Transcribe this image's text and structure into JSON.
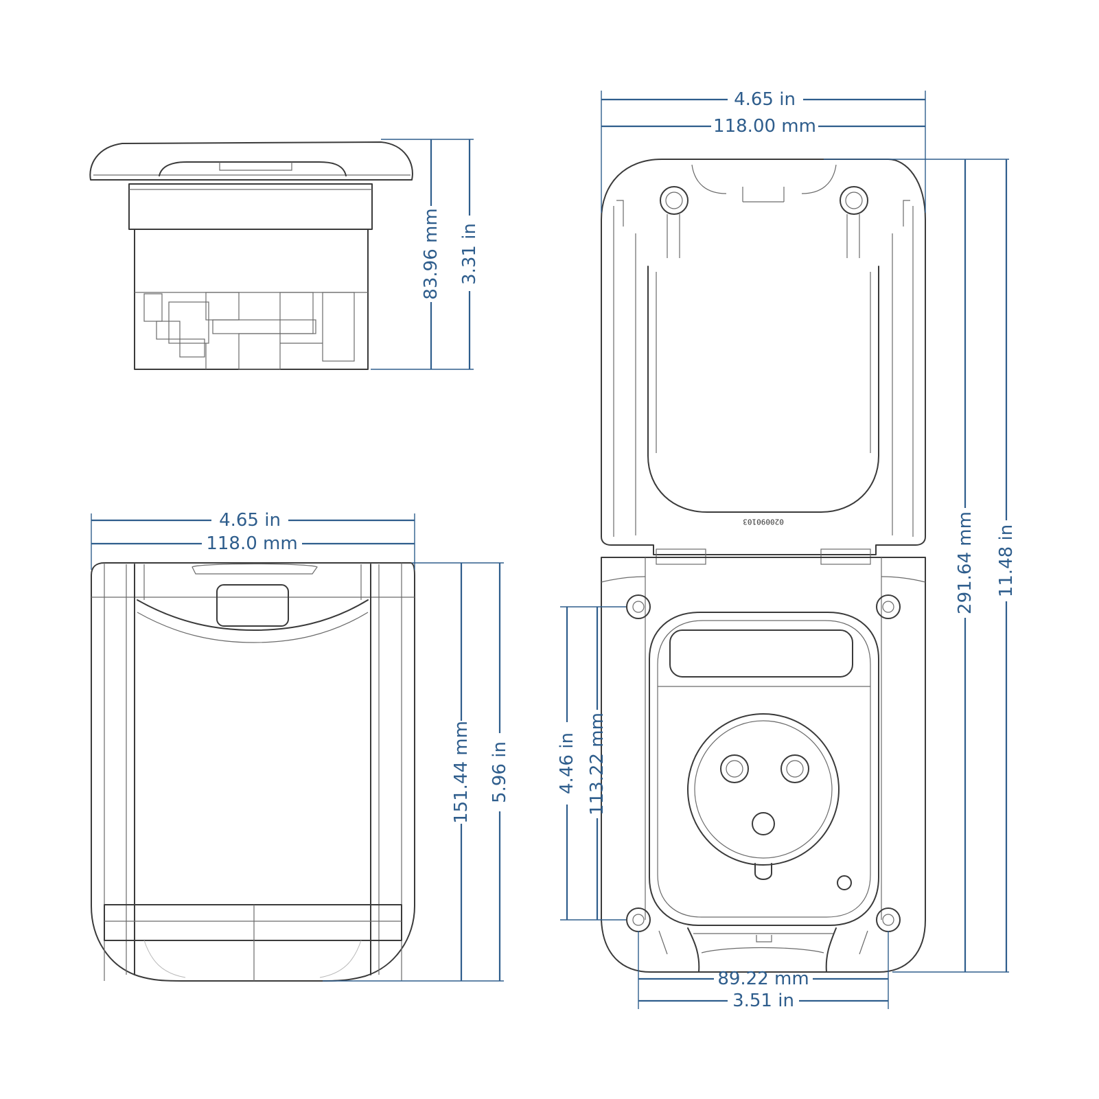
{
  "colors": {
    "dimension": "#2e5d8c",
    "outline": "#3a3a3a",
    "background": "#ffffff"
  },
  "side_view": {
    "height_mm": "83.96 mm",
    "height_in": "3.31 in"
  },
  "front_closed_view": {
    "width_in": "4.65 in",
    "width_mm": "118.0 mm",
    "height_mm": "151.44 mm",
    "height_in": "5.96 in"
  },
  "front_open_view": {
    "width_in": "4.65 in",
    "width_mm": "118.00 mm",
    "height_mm": "291.64 mm",
    "height_in": "11.48 in",
    "mount_height_in": "4.46 in",
    "mount_height_mm": "113.22 mm",
    "mount_width_mm": "89.22 mm",
    "mount_width_in": "3.51 in",
    "part_number": "020090103"
  }
}
